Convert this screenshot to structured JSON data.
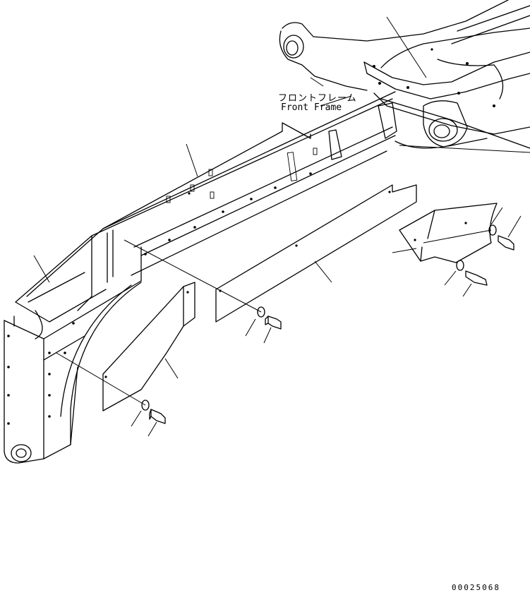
{
  "labels": {
    "front_frame_jp": "フロントフレーム",
    "front_frame_en": "Front Frame"
  },
  "drawing_number": "00025068",
  "colors": {
    "line": "#000000",
    "background": "#ffffff"
  }
}
